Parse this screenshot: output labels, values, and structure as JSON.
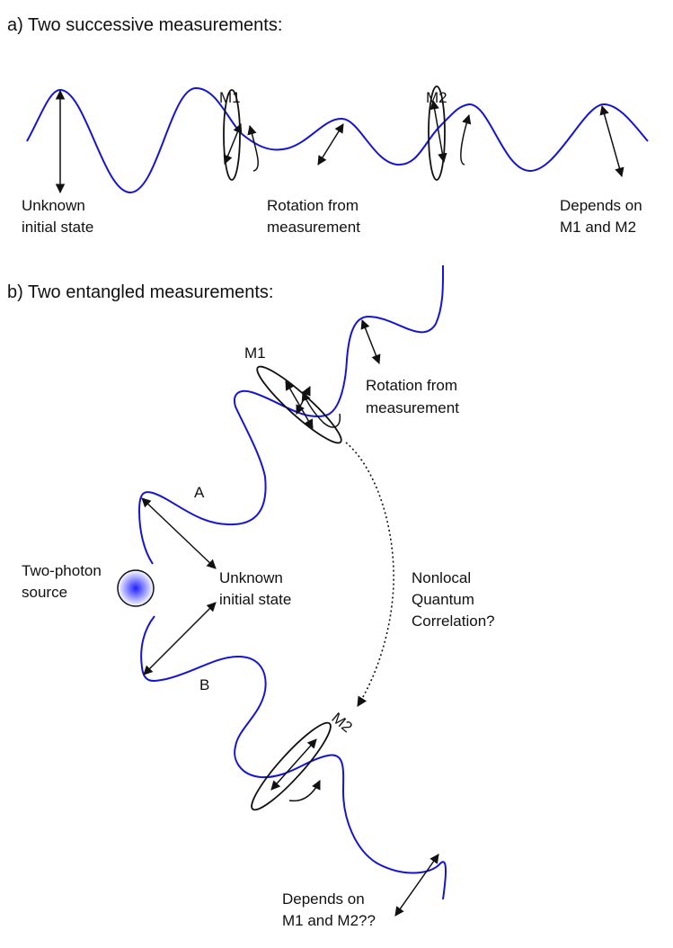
{
  "colors": {
    "wave": "#1414d6",
    "ink": "#111111",
    "source_center": "#1f1fff"
  },
  "panel_a": {
    "heading": "a) Two successive measurements:",
    "m1": "M1",
    "m2": "M2",
    "unknown_line1": "Unknown",
    "unknown_line2": "initial state",
    "rotation_line1": "Rotation from",
    "rotation_line2": "measurement",
    "depends_line1": "Depends on",
    "depends_line2": "M1 and M2"
  },
  "panel_b": {
    "heading": "b) Two entangled measurements:",
    "m1": "M1",
    "m2": "M2",
    "rotation_line1": "Rotation from",
    "rotation_line2": "measurement",
    "beam_a": "A",
    "beam_b": "B",
    "source_line1": "Two-photon",
    "source_line2": "source",
    "unknown_line1": "Unknown",
    "unknown_line2": "initial state",
    "nonlocal_line1": "Nonlocal",
    "nonlocal_line2": "Quantum",
    "nonlocal_line3": "Correlation?",
    "depends_line1": "Depends on",
    "depends_line2": "M1 and M2??"
  }
}
